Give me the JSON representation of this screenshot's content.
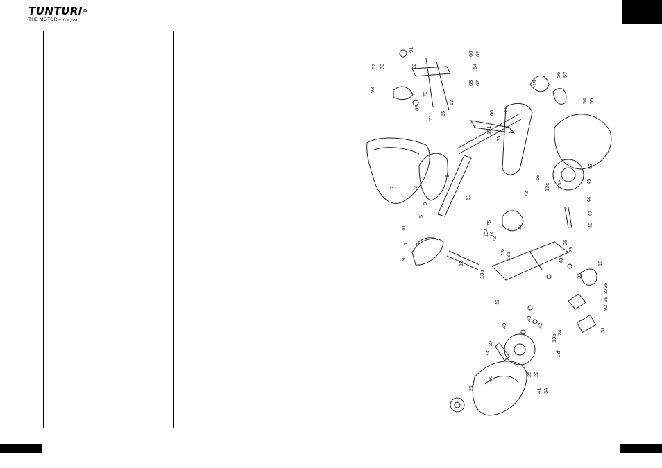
{
  "brand": {
    "name": "TUNTURI",
    "registered": "®",
    "tagline_prefix": "THE MOTOR – ",
    "tagline_italic": "it's you."
  },
  "diagram": {
    "part_numbers": [
      "2",
      "3",
      "6",
      "8",
      "5",
      "7",
      "10",
      "1",
      "9",
      "15",
      "13a",
      "13d",
      "14",
      "72",
      "134",
      "75",
      "32",
      "61",
      "13e",
      "131",
      "60",
      "63",
      "65",
      "71",
      "69",
      "70",
      "93",
      "62",
      "73",
      "92",
      "91",
      "64",
      "66",
      "62",
      "68",
      "67",
      "18",
      "39",
      "35",
      "68",
      "73",
      "13c",
      "45",
      "53",
      "44",
      "47",
      "40",
      "56",
      "57",
      "54",
      "55",
      "43",
      "26",
      "29",
      "13b",
      "35",
      "18",
      "37",
      "36",
      "92",
      "38",
      "31",
      "43",
      "49",
      "43",
      "42",
      "13b",
      "13f",
      "24",
      "25",
      "22",
      "41",
      "34",
      "33",
      "27",
      "20",
      "21"
    ]
  }
}
